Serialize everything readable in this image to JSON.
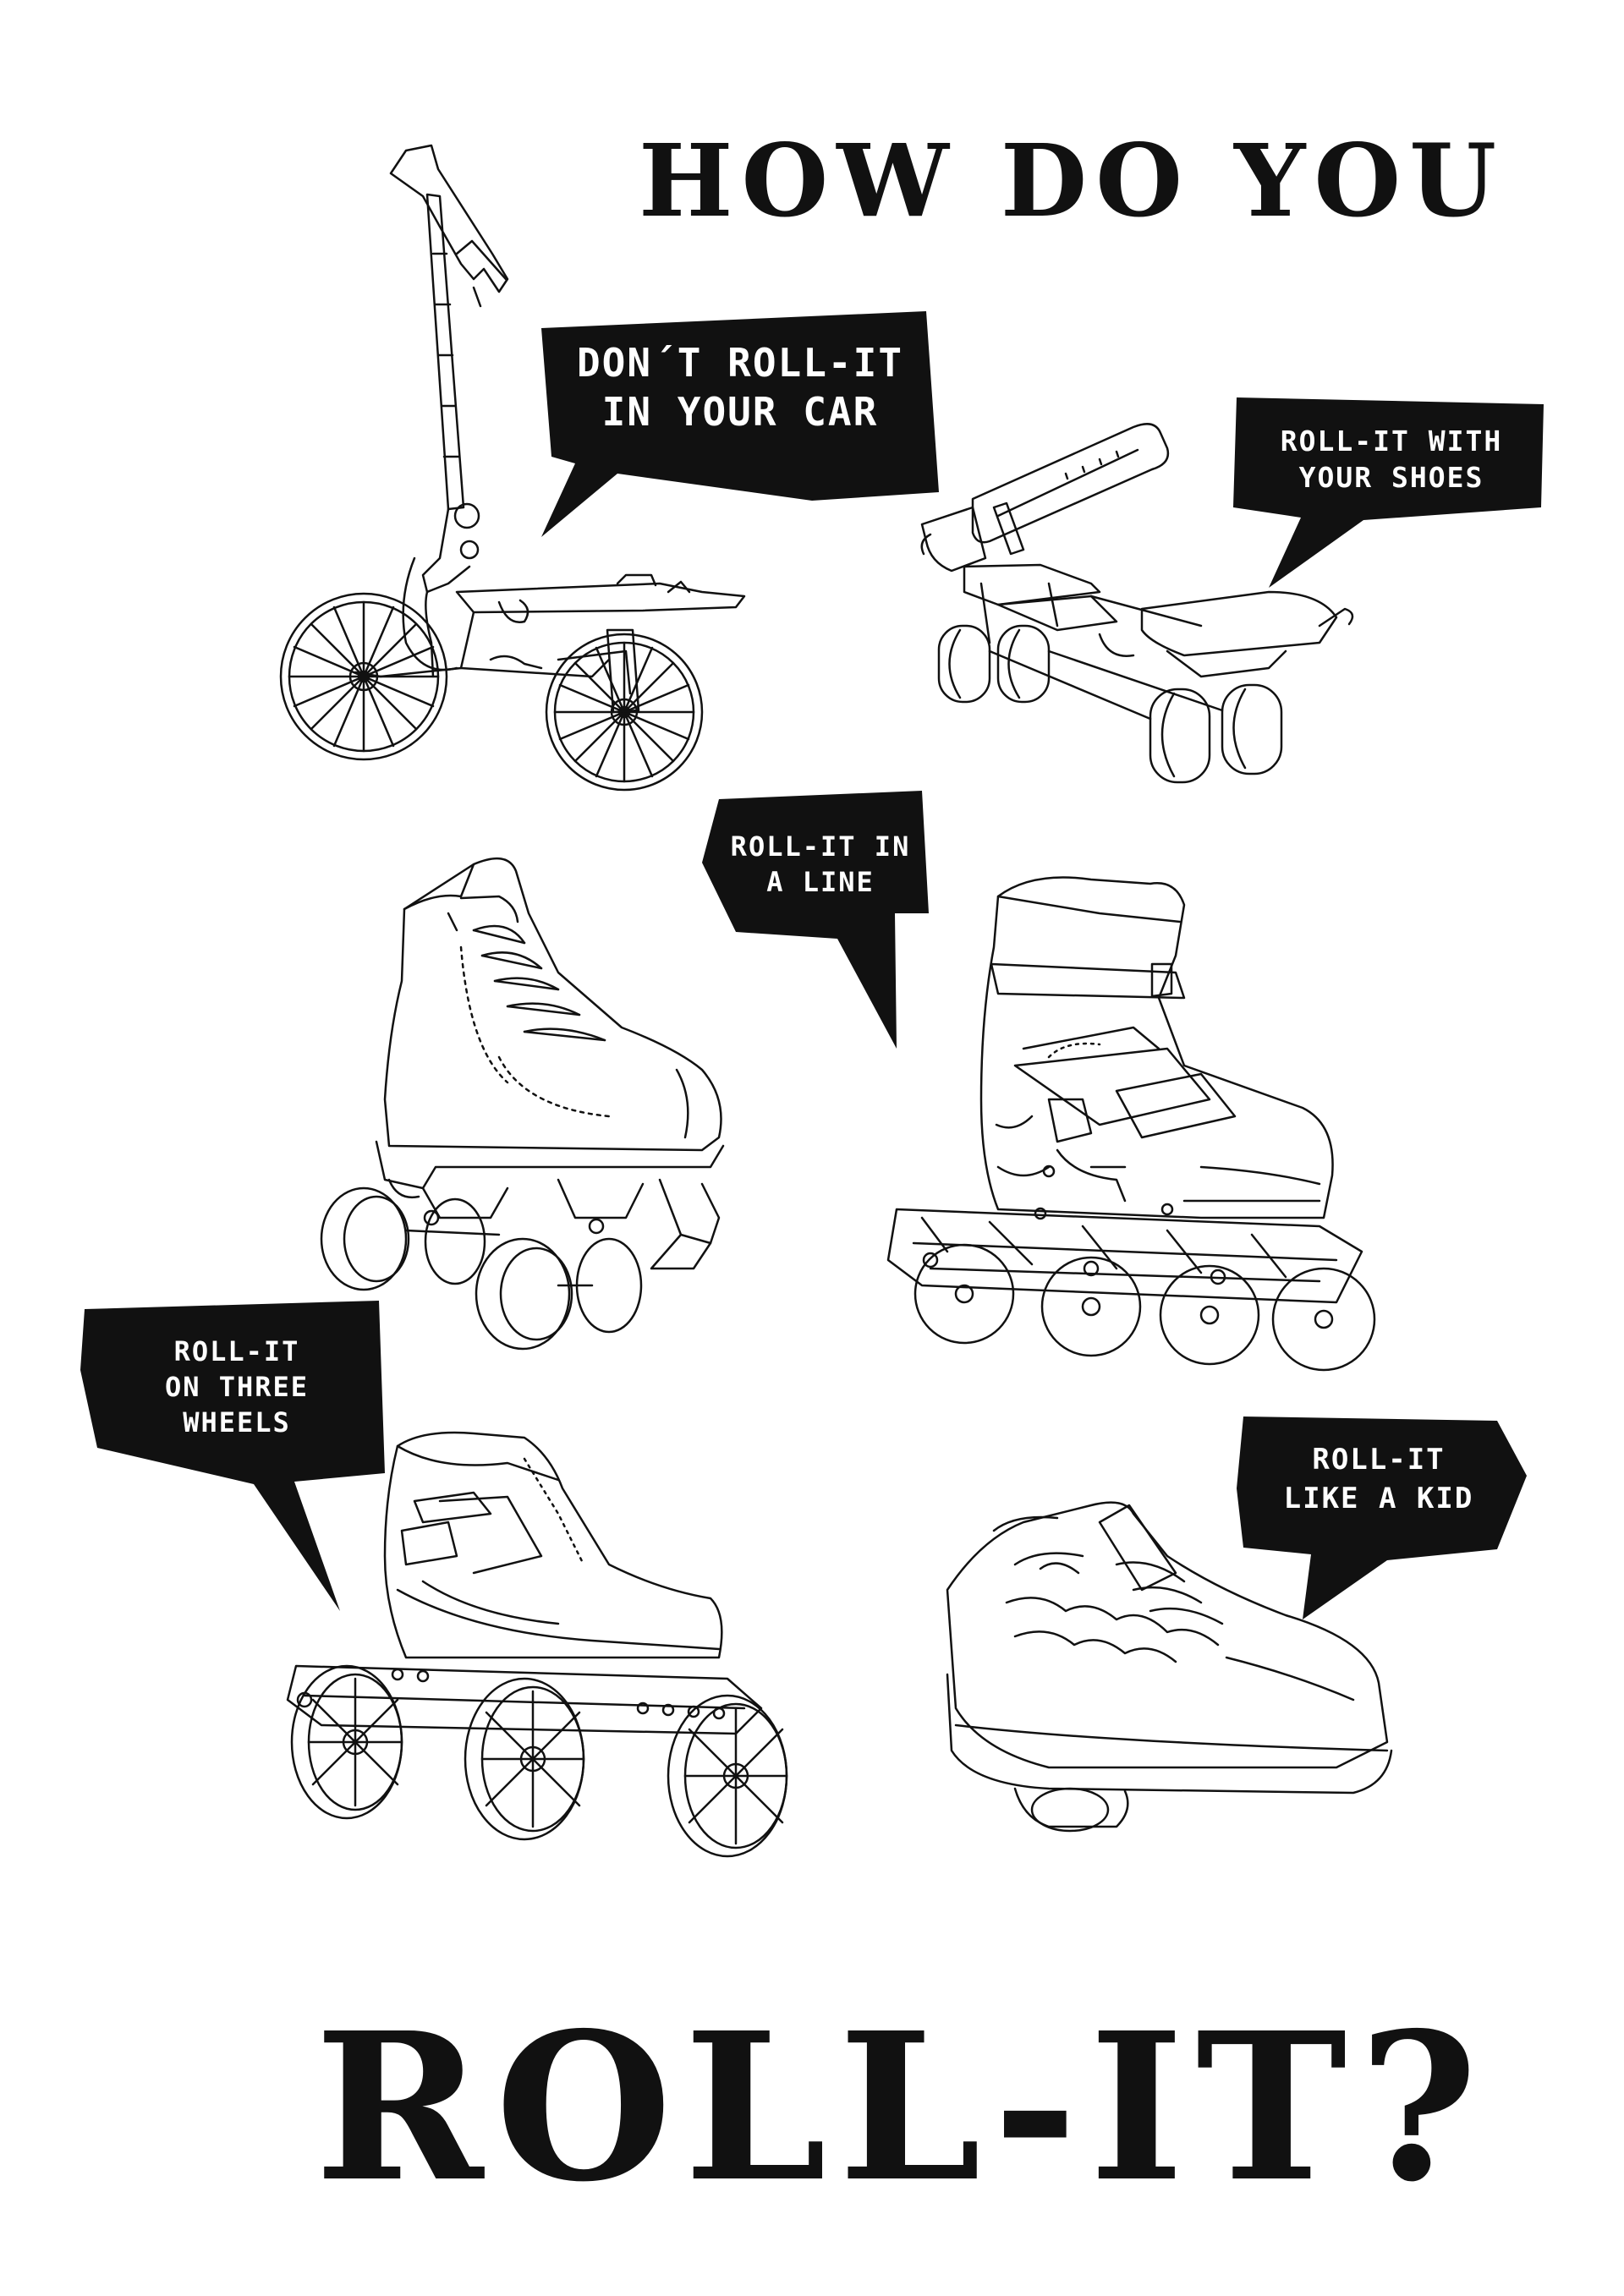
{
  "poster": {
    "title_top": "HOW DO YOU",
    "title_bottom": "ROLL-IT?",
    "ink_color": "#111111",
    "paper_color": "#ffffff"
  },
  "bubbles": {
    "car": {
      "line1": "DON´T ROLL-IT",
      "line2": "IN YOUR CAR"
    },
    "shoes": {
      "line1": "ROLL-IT WITH",
      "line2": "YOUR SHOES"
    },
    "line": {
      "line1": "ROLL-IT IN",
      "line2": "A LINE"
    },
    "three": {
      "line1": "ROLL-IT",
      "line2": "ON THREE",
      "line3": "WHEELS"
    },
    "kid": {
      "line1": "ROLL-IT",
      "line2": "LIKE A KID"
    }
  },
  "illustrations": {
    "scooter": "foldable-scooter-icon",
    "strap_on_skate": "strap-on-roller-skate-icon",
    "quad_skate": "quad-roller-skate-icon",
    "inline_skate": "inline-skate-icon",
    "speed_skate": "three-wheel-speed-skate-icon",
    "heely_shoe": "wheeled-sneaker-icon"
  }
}
